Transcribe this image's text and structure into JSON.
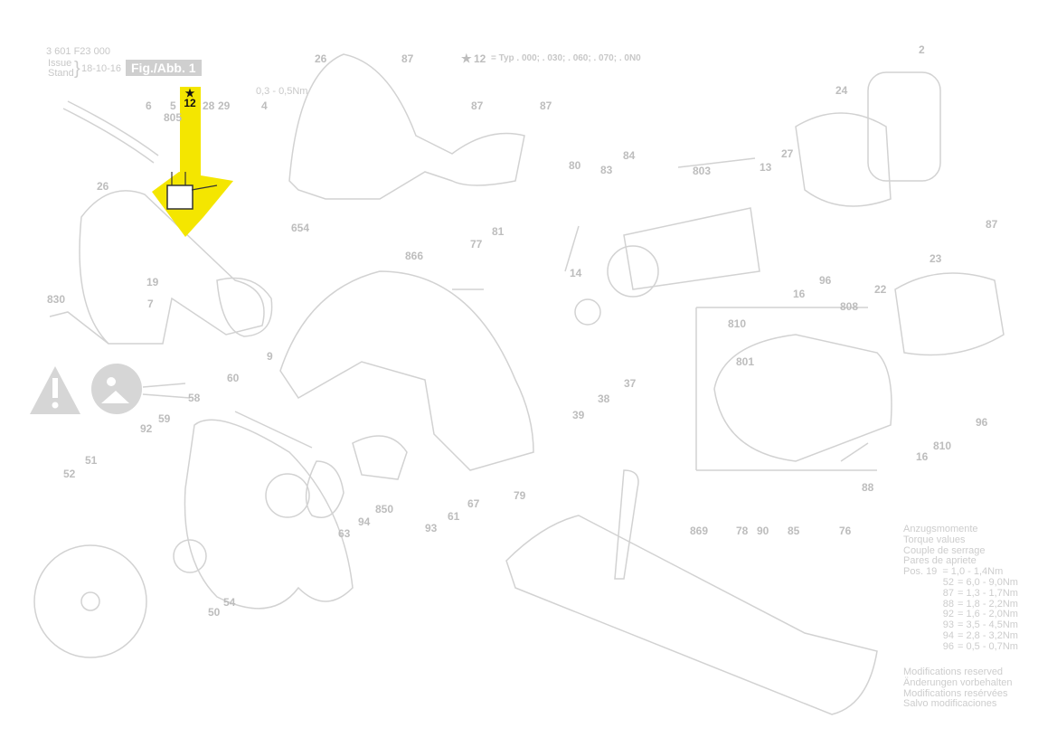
{
  "header": {
    "doc_number": "3 601 F23 000",
    "issue_label_1": "Issue",
    "issue_label_2": "Stand",
    "date": "18-10-16",
    "figure_label": "Fig./Abb. 1",
    "type_note_number": "12",
    "type_note": "= Typ . 000; . 030; . 060; . 070; . 0N0",
    "star": "★"
  },
  "highlight": {
    "color": "#f4e600",
    "number": "12",
    "star": "★"
  },
  "callouts": [
    "26",
    "87",
    "2",
    "87",
    "87",
    "24",
    "6",
    "5",
    "805",
    "28",
    "29",
    "4",
    "0,3 - 0,5Nm",
    "80",
    "83",
    "84",
    "803",
    "13",
    "27",
    "26",
    "654",
    "77",
    "81",
    "866",
    "87",
    "23",
    "19",
    "7",
    "830",
    "14",
    "96",
    "16",
    "22",
    "808",
    "810",
    "9",
    "801",
    "60",
    "58",
    "37",
    "38",
    "39",
    "96",
    "92",
    "59",
    "16",
    "810",
    "88",
    "52",
    "51",
    "79",
    "63",
    "94",
    "850",
    "93",
    "61",
    "67",
    "869",
    "78",
    "90",
    "85",
    "76",
    "50",
    "54"
  ],
  "torque": {
    "titles": [
      "Anzugsmomente",
      "Torque values",
      "Couple de serrage",
      "Pares de apriete"
    ],
    "rows": [
      {
        "pos": "Pos. 19",
        "value": "= 1,0 - 1,4Nm"
      },
      {
        "pos": "52",
        "value": "= 6,0 - 9,0Nm"
      },
      {
        "pos": "87",
        "value": "= 1,3 - 1,7Nm"
      },
      {
        "pos": "88",
        "value": "= 1,8 - 2,2Nm"
      },
      {
        "pos": "92",
        "value": "= 1,6 - 2,0Nm"
      },
      {
        "pos": "93",
        "value": "= 3,5 - 4,5Nm"
      },
      {
        "pos": "94",
        "value": "= 2,8 - 3,2Nm"
      },
      {
        "pos": "96",
        "value": "= 0,5 - 0,7Nm"
      }
    ]
  },
  "modifications": [
    "Modifications reserved",
    "Änderungen vorbehalten",
    "Modifications resérvées",
    "Salvo modificaciones"
  ]
}
